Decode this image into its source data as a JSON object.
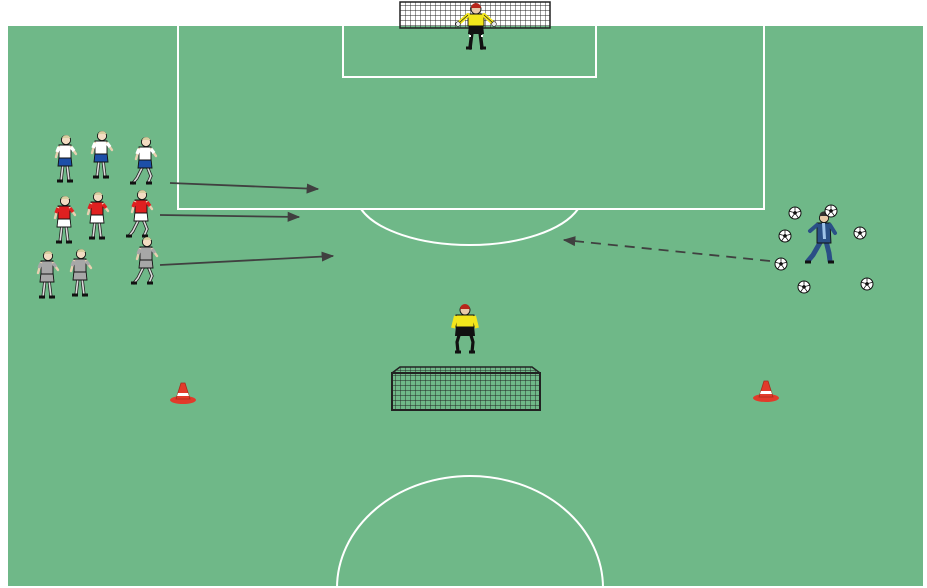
{
  "colors": {
    "pitch": "#6fb888",
    "lines": "#ffffff",
    "background": "#ffffff",
    "keeper_shirt": "#f2e61c",
    "team_white_shirt": "#ffffff",
    "team_white_shorts": "#1d4fa8",
    "team_red_shirt": "#e02020",
    "team_red_shorts": "#ffffff",
    "team_grey_kit": "#a7a7a7",
    "coach_kit": "#2a4f86",
    "cone": "#e23a2a",
    "arrow": "#404040",
    "net": "#333333"
  },
  "groups": {
    "white_blue_players": 3,
    "red_white_players": 3,
    "grey_players": 3,
    "goalkeepers": 2,
    "coaches": 1,
    "balls": 7,
    "cones": 2,
    "goals": 2
  },
  "icons": {
    "player": "player-figure-icon",
    "goalkeeper": "goalkeeper-figure-icon",
    "coach": "coach-figure-icon",
    "ball": "soccer-ball-icon",
    "cone": "training-cone-icon",
    "goal": "goal-net-icon"
  }
}
